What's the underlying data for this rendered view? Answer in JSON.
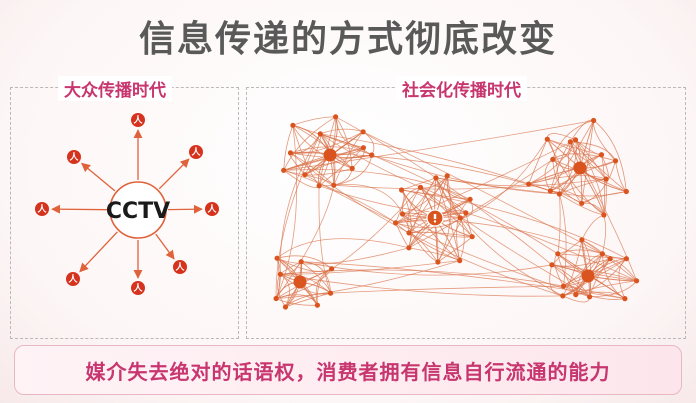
{
  "title": "信息传递的方式彻底改变",
  "mass_panel": {
    "label": "大众传播时代",
    "hub_text": "CCTV",
    "node_char": "人",
    "colors": {
      "arrow": "#e0623a",
      "node": "#d6331e",
      "hub_stroke": "#e0623a",
      "hub_text": "#1a1a1a"
    }
  },
  "social_panel": {
    "label": "社会化传播时代",
    "colors": {
      "line": "#d9744c",
      "node": "#d9541e"
    }
  },
  "bottom_text": "媒介失去绝对的话语权，消费者拥有信息自行流通的能力"
}
